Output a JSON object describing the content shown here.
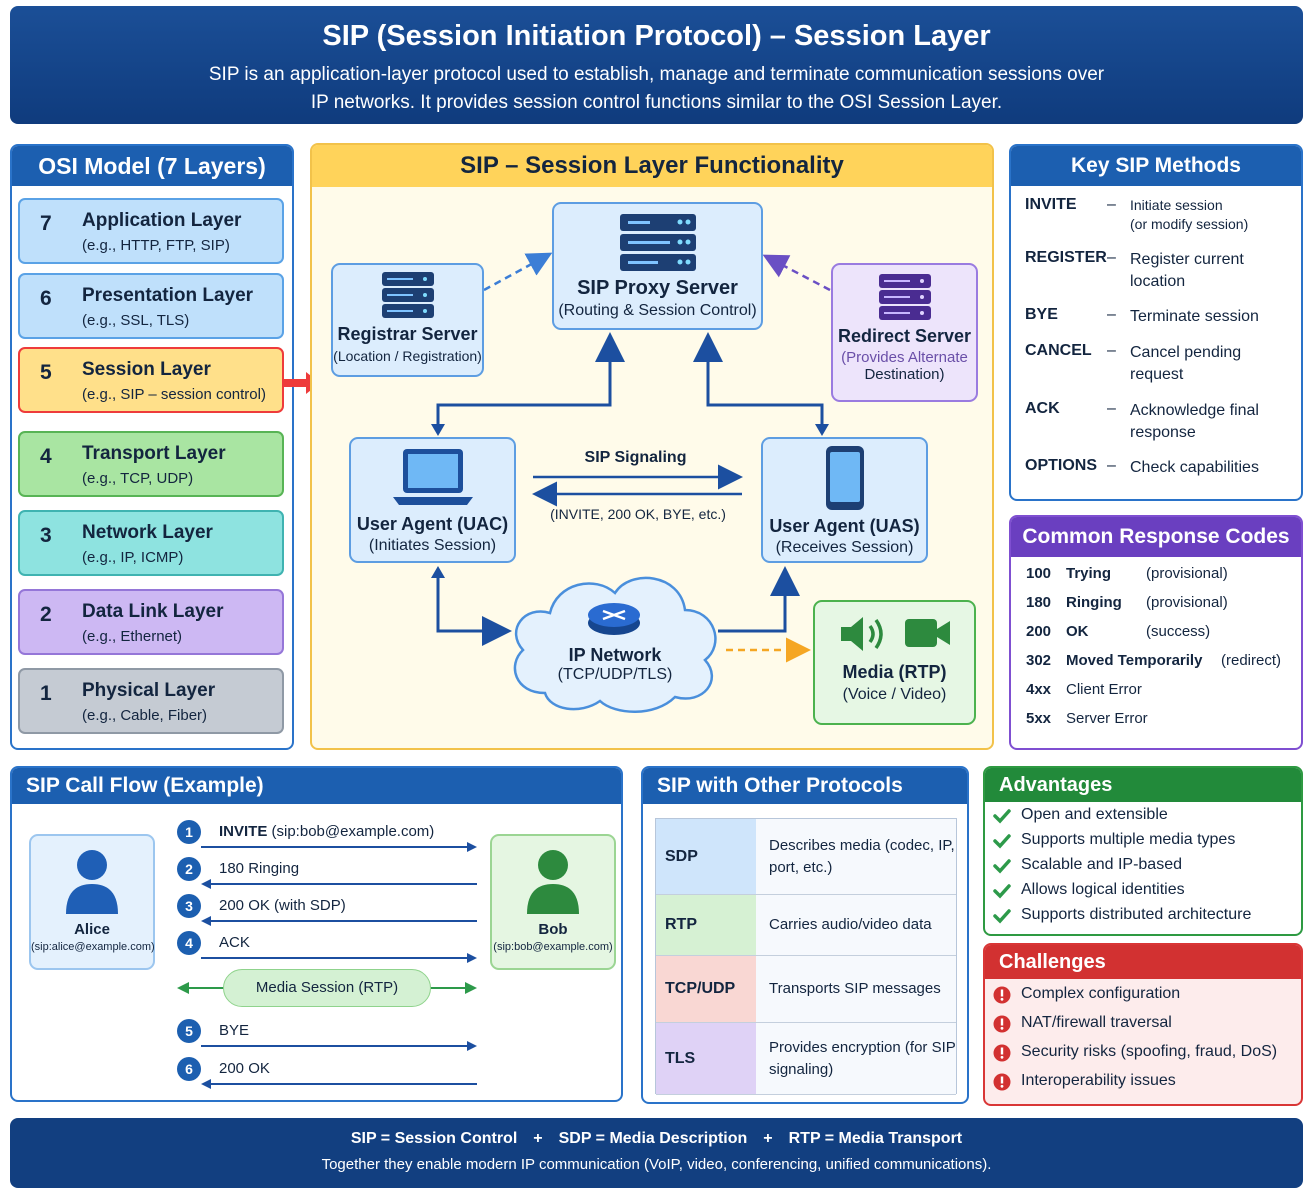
{
  "header": {
    "title": "SIP (Session Initiation Protocol) – Session Layer",
    "subtitle": "SIP is an application-layer protocol used to establish, manage and terminate communication sessions over IP networks. It provides session control functions similar to the OSI Session Layer."
  },
  "osi": {
    "title": "OSI Model (7 Layers)",
    "layers": [
      {
        "num": "7",
        "name": "Application Layer",
        "example": "(e.g., HTTP, FTP, SIP)",
        "bg": "#bfe0fb",
        "border": "#5aa2e6"
      },
      {
        "num": "6",
        "name": "Presentation Layer",
        "example": "(e.g., SSL, TLS)",
        "bg": "#bfe0fb",
        "border": "#5aa2e6"
      },
      {
        "num": "5",
        "name": "Session Layer",
        "example": "(e.g., SIP – session control)",
        "bg": "#ffe08a",
        "border": "#ee3b3b"
      },
      {
        "num": "4",
        "name": "Transport Layer",
        "example": "(e.g., TCP, UDP)",
        "bg": "#a9e5a2",
        "border": "#58b455"
      },
      {
        "num": "3",
        "name": "Network Layer",
        "example": "(e.g., IP, ICMP)",
        "bg": "#8ee3e0",
        "border": "#3fb3b1"
      },
      {
        "num": "2",
        "name": "Data Link Layer",
        "example": "(e.g., Ethernet)",
        "bg": "#cdb8f3",
        "border": "#9576d8"
      },
      {
        "num": "1",
        "name": "Physical Layer",
        "example": "(e.g., Cable, Fiber)",
        "bg": "#c5cbd3",
        "border": "#8f99a5"
      }
    ]
  },
  "central": {
    "title": "SIP – Session Layer Functionality",
    "proxy": {
      "title": "SIP Proxy Server",
      "sub": "(Routing & Session Control)"
    },
    "registrar": {
      "title": "Registrar Server",
      "sub": "(Location / Registration)"
    },
    "redirect": {
      "title": "Redirect Server",
      "sub": "(Provides Alternate",
      "sub2": "Destination)"
    },
    "uac": {
      "title": "User Agent (UAC)",
      "sub": "(Initiates Session)"
    },
    "uas": {
      "title": "User Agent (UAS)",
      "sub": "(Receives Session)"
    },
    "signaling": {
      "title": "SIP Signaling",
      "sub": "(INVITE, 200 OK, BYE, etc.)"
    },
    "network": {
      "title": "IP Network",
      "sub": "(TCP/UDP/TLS)"
    },
    "media": {
      "title": "Media (RTP)",
      "sub": "(Voice / Video)"
    }
  },
  "methods": {
    "title": "Key SIP Methods",
    "items": [
      {
        "name": "INVITE",
        "dash": "–",
        "desc": "Initiate session\n(or modify session)"
      },
      {
        "name": "REGISTER",
        "dash": "–",
        "desc": "Register current location"
      },
      {
        "name": "BYE",
        "dash": "–",
        "desc": "Terminate session"
      },
      {
        "name": "CANCEL",
        "dash": "–",
        "desc": "Cancel pending request"
      },
      {
        "name": "ACK",
        "dash": "–",
        "desc": "Acknowledge final response"
      },
      {
        "name": "OPTIONS",
        "dash": "–",
        "desc": "Check capabilities"
      }
    ]
  },
  "codes": {
    "title": "Common Response Codes",
    "items": [
      {
        "code": "100",
        "name": "Trying",
        "note": "(provisional)"
      },
      {
        "code": "180",
        "name": "Ringing",
        "note": "(provisional)"
      },
      {
        "code": "200",
        "name": "OK",
        "note": "(success)"
      },
      {
        "code": "302",
        "name": "Moved Temporarily",
        "note": "(redirect)"
      },
      {
        "code": "4xx",
        "name": "Client Error",
        "note": ""
      },
      {
        "code": "5xx",
        "name": "Server Error",
        "note": ""
      }
    ]
  },
  "flow": {
    "title": "SIP Call Flow (Example)",
    "alice": {
      "name": "Alice",
      "uri": "(sip:alice@example.com)"
    },
    "bob": {
      "name": "Bob",
      "uri": "(sip:bob@example.com)"
    },
    "steps": [
      {
        "n": "1",
        "method": "INVITE",
        "rest": " (sip:bob@example.com)",
        "dir": "right"
      },
      {
        "n": "2",
        "method": "",
        "rest": "180 Ringing",
        "dir": "left"
      },
      {
        "n": "3",
        "method": "",
        "rest": "200 OK (with SDP)",
        "dir": "left"
      },
      {
        "n": "4",
        "method": "",
        "rest": "ACK",
        "dir": "right"
      },
      {
        "n": "5",
        "method": "",
        "rest": "BYE",
        "dir": "right"
      },
      {
        "n": "6",
        "method": "",
        "rest": "200 OK",
        "dir": "left"
      }
    ],
    "media_session": "Media Session (RTP)"
  },
  "protocols": {
    "title": "SIP with Other Protocols",
    "rows": [
      {
        "name": "SDP",
        "desc": "Describes media (codec, IP, port, etc.)",
        "bg": "#cfe5fb"
      },
      {
        "name": "RTP",
        "desc": "Carries audio/video data",
        "bg": "#d6f1d3"
      },
      {
        "name": "TCP/UDP",
        "desc": "Transports SIP messages",
        "bg": "#f9d7d3"
      },
      {
        "name": "TLS",
        "desc": "Provides encryption (for SIP signaling)",
        "bg": "#dfd2f6"
      }
    ]
  },
  "advantages": {
    "title": "Advantages",
    "items": [
      "Open and extensible",
      "Supports multiple media types",
      "Scalable and IP-based",
      "Allows logical identities",
      "Supports distributed architecture"
    ]
  },
  "challenges": {
    "title": "Challenges",
    "items": [
      "Complex configuration",
      "NAT/firewall traversal",
      "Security risks (spoofing, fraud, DoS)",
      "Interoperability issues"
    ]
  },
  "footer": {
    "part1": "SIP = Session Control",
    "plus": "+",
    "part2": "SDP = Media Description",
    "part3": "RTP = Media Transport",
    "line2": "Together they enable modern IP communication (VoIP, video, conferencing, unified communications)."
  },
  "colors": {
    "primary": "#1c5fb0",
    "accent_red": "#ee3b3b",
    "purple": "#6a3fc0",
    "green": "#228a3a"
  }
}
